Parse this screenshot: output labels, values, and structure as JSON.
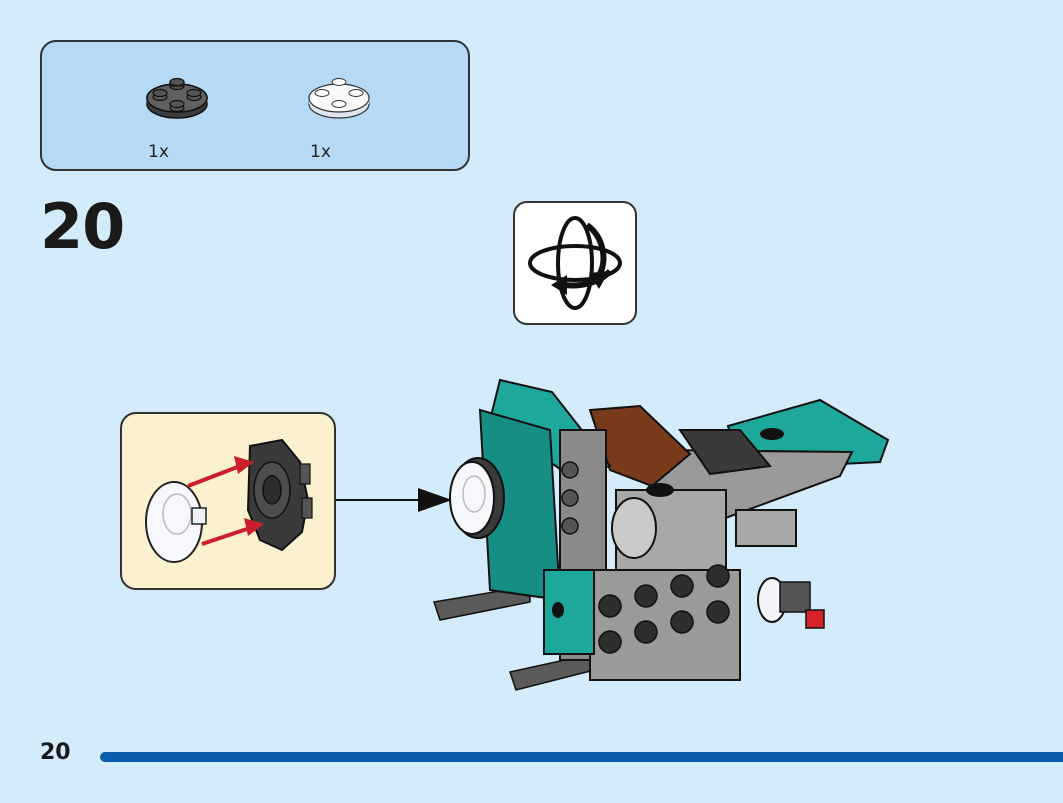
{
  "parts": [
    {
      "id": "round-plate-dark-gray",
      "qty": "1x",
      "color": "#555555"
    },
    {
      "id": "round-plate-trans-clear",
      "qty": "1x",
      "color": "#f4f7fb"
    }
  ],
  "step": {
    "number": "20"
  },
  "page": {
    "number": "20",
    "progress_color": "#0b5cab"
  },
  "icons": {
    "rotate": "rotate-model-icon"
  },
  "colors": {
    "background": "#d4ebfb",
    "parts_box": "#b6d9f6",
    "callout": "#fbf1cf",
    "teal": "#1ea79b",
    "brown": "#7a3b1c",
    "arrow_red": "#cc1f2b"
  }
}
